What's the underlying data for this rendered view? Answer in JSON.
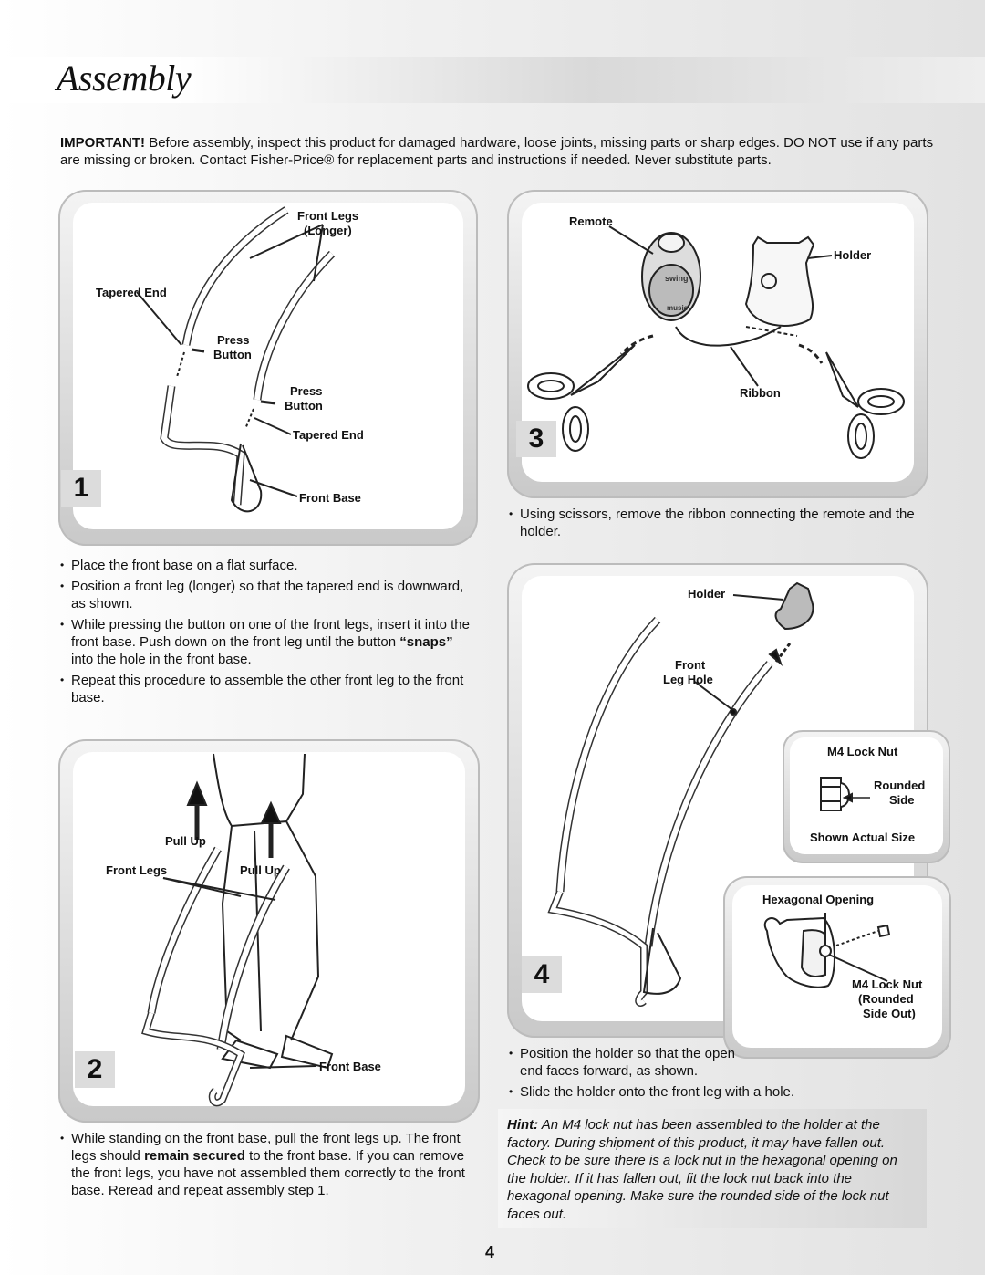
{
  "title": "Assembly",
  "intro": {
    "bold": "IMPORTANT!",
    "text": " Before assembly, inspect this product for damaged hardware, loose joints, missing parts or sharp edges. DO NOT use if any parts are missing or broken. Contact Fisher-Price® for replacement parts and instructions if needed. Never substitute parts."
  },
  "step1": {
    "number": "1",
    "labels": {
      "front_legs": "Front Legs",
      "longer": "(Longer)",
      "tapered_end_1": "Tapered End",
      "press_1": "Press",
      "button_1": "Button",
      "press_2": "Press",
      "button_2": "Button",
      "tapered_end_2": "Tapered End",
      "front_base": "Front Base"
    },
    "bullets": [
      "Place the front base on a flat surface.",
      "Position a front leg (longer) so that the tapered end is downward, as shown."
    ],
    "bullet3_pre": "While pressing the button on one of the front legs, insert it into the front base. Push down on the front leg until the button ",
    "bullet3_bold": "“snaps”",
    "bullet3_post": " into the hole in the front base.",
    "bullet4": "Repeat this procedure to assemble the other front leg to the front base."
  },
  "step2": {
    "number": "2",
    "labels": {
      "pull_up_1": "Pull Up",
      "front_legs": "Front Legs",
      "pull_up_2": "Pull Up",
      "front_base": "Front Base"
    },
    "bullet_pre": "While standing on the front base, pull the front legs up. The front legs should ",
    "bullet_bold": "remain secured",
    "bullet_post": " to the front base. If you can remove the front legs, you have not assembled them correctly to the front base. Reread and repeat assembly step 1."
  },
  "step3": {
    "number": "3",
    "labels": {
      "remote": "Remote",
      "holder": "Holder",
      "ribbon": "Ribbon",
      "remote_swing": "swing",
      "remote_music": "music"
    },
    "bullet": "Using scissors, remove the ribbon connecting the remote and the holder."
  },
  "step4": {
    "number": "4",
    "labels": {
      "holder": "Holder",
      "front": "Front",
      "leg_hole": "Leg Hole",
      "m4_lock_nut": "M4 Lock Nut",
      "rounded": "Rounded",
      "side": "Side",
      "shown_actual_size": "Shown Actual Size",
      "hexagonal_opening": "Hexagonal Opening",
      "m4_lock_nut_2": "M4 Lock Nut",
      "rounded_2": "(Rounded",
      "side_out": "Side Out)"
    },
    "bullet1": "Position the holder so that the open end faces forward, as shown.",
    "bullet2": "Slide the holder onto the front leg with a hole."
  },
  "hint": {
    "bold": "Hint:",
    "text": " An M4 lock nut has been assembled to the holder at the factory. During shipment of this product, it may have fallen out. Check to be sure there is a lock nut in the hexagonal opening on the holder. If it has fallen out, fit the lock nut back into the hexagonal opening. Make sure the rounded side of the lock nut faces out."
  },
  "page_number": "4"
}
